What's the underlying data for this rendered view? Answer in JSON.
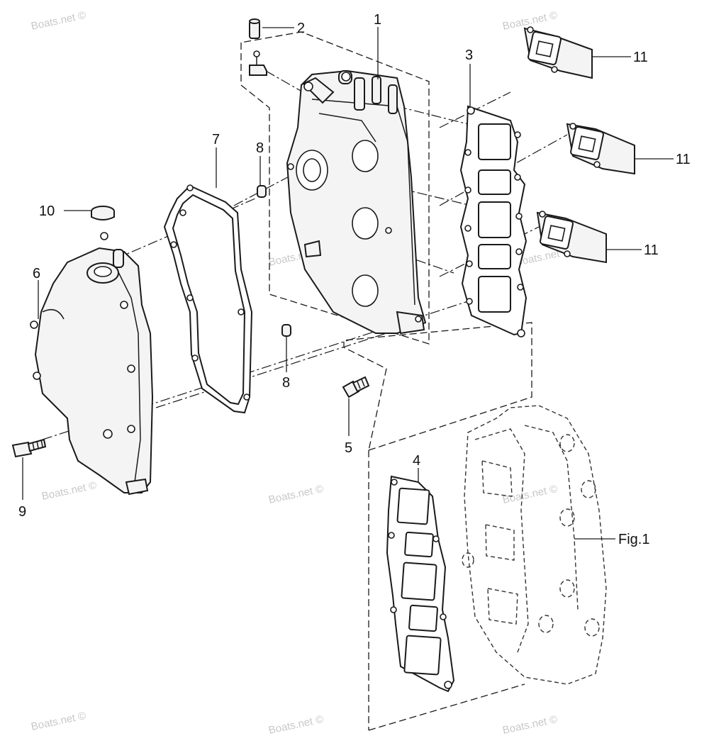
{
  "watermark": "Boats.net ©",
  "callouts": {
    "c1": "1",
    "c2": "2",
    "c3": "3",
    "c4": "4",
    "c5": "5",
    "c6": "6",
    "c7": "7",
    "c8a": "8",
    "c8b": "8",
    "c9": "9",
    "c10": "10",
    "c11a": "11",
    "c11b": "11",
    "c11c": "11",
    "fig": "Fig.1"
  },
  "icons": {
    "cylinder-head-cover": "part-6",
    "cover-gasket": "part-7",
    "intake-manifold": "part-1",
    "manifold-gasket": "part-3",
    "reed-valve": "part-11",
    "lower-gasket": "part-4",
    "crankcase-block": "fig-1"
  }
}
